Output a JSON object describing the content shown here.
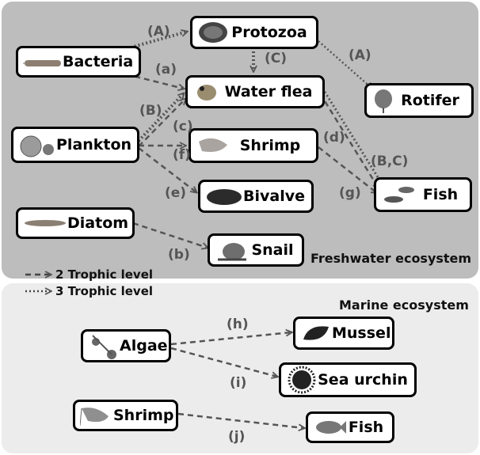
{
  "ecosystems": {
    "freshwater": "Freshwater ecosystem",
    "marine": "Marine ecosystem"
  },
  "legend": {
    "two": "2 Trophic level",
    "three": "3 Trophic level"
  },
  "nodes": {
    "bacteria": "Bacteria",
    "protozoa": "Protozoa",
    "rotifer": "Rotifer",
    "water_flea": "Water flea",
    "plankton": "Plankton",
    "shrimp": "Shrimp",
    "bivalve": "Bivalve",
    "fish": "Fish",
    "diatom": "Diatom",
    "snail": "Snail",
    "algae": "Algae",
    "mussel": "Mussel",
    "sea_urchin": "Sea urchin",
    "marine_shrimp": "Shrimp",
    "marine_fish": "Fish"
  },
  "edge_labels": {
    "a_upper": "(A)",
    "a_lower": "(a)",
    "c_upper": "(C)",
    "a_right": "(A)",
    "b_upper": "(B)",
    "c_lower": "(c)",
    "f": "(f)",
    "e": "(e)",
    "d": "(d)",
    "bc": "(B,C)",
    "g": "(g)",
    "b_lower": "(b)",
    "h": "(h)",
    "i": "(i)",
    "j": "(j)"
  }
}
